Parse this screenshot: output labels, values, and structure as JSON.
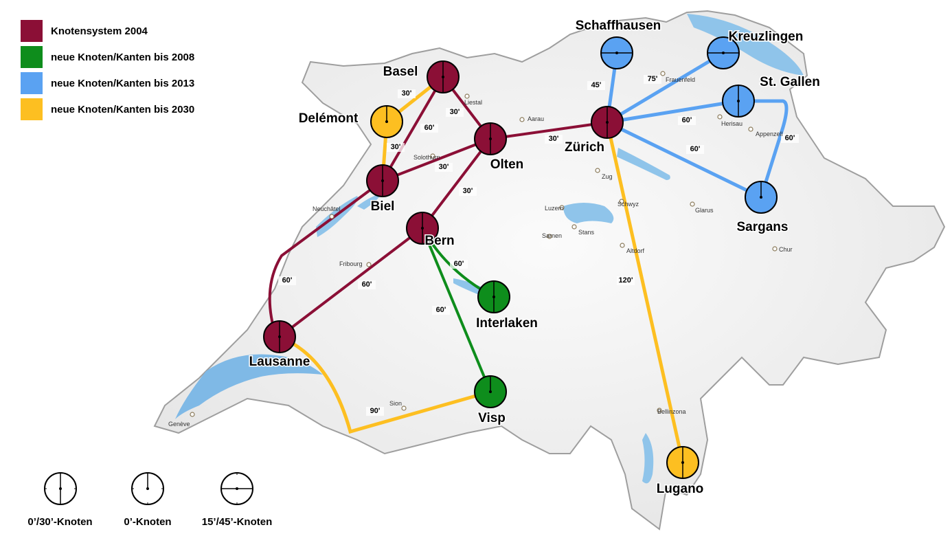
{
  "legend": {
    "items": [
      {
        "label": "Knotensystem 2004",
        "color": "#8b0f36"
      },
      {
        "label": "neue Knoten/Kanten bis 2008",
        "color": "#0e8d1c"
      },
      {
        "label": "neue Knoten/Kanten bis 2013",
        "color": "#5aa2f2"
      },
      {
        "label": "neue Knoten/Kanten bis 2030",
        "color": "#fdbf21"
      }
    ]
  },
  "node_types": [
    {
      "label": "0’/30’-Knoten",
      "icon": "clock-0-30-icon"
    },
    {
      "label": "0’-Knoten",
      "icon": "clock-0-icon"
    },
    {
      "label": "15’/45’-Knoten",
      "icon": "clock-15-45-icon"
    }
  ],
  "nodes": {
    "basel": {
      "name": "Basel",
      "group": 2004,
      "type": "0-30"
    },
    "delemont": {
      "name": "Delémont",
      "group": 2030,
      "type": "0"
    },
    "biel": {
      "name": "Biel",
      "group": 2004,
      "type": "0-30"
    },
    "olten": {
      "name": "Olten",
      "group": 2004,
      "type": "0-30"
    },
    "bern": {
      "name": "Bern",
      "group": 2004,
      "type": "0-30"
    },
    "lausanne": {
      "name": "Lausanne",
      "group": 2004,
      "type": "0-30"
    },
    "zurich": {
      "name": "Zürich",
      "group": 2004,
      "type": "0-30"
    },
    "interlaken": {
      "name": "Interlaken",
      "group": 2008,
      "type": "0-30"
    },
    "visp": {
      "name": "Visp",
      "group": 2008,
      "type": "0"
    },
    "schaffhausen": {
      "name": "Schaffhausen",
      "group": 2013,
      "type": "15-45"
    },
    "kreuzlingen": {
      "name": "Kreuzlingen",
      "group": 2013,
      "type": "15-45"
    },
    "stgallen": {
      "name": "St. Gallen",
      "group": 2013,
      "type": "0-30"
    },
    "sargans": {
      "name": "Sargans",
      "group": 2013,
      "type": "0"
    },
    "lugano": {
      "name": "Lugano",
      "group": 2030,
      "type": "0-30"
    }
  },
  "edges": [
    {
      "from": "basel",
      "to": "delemont",
      "group": 2030,
      "label": "30'"
    },
    {
      "from": "delemont",
      "to": "biel",
      "group": 2030,
      "label": "30'"
    },
    {
      "from": "basel",
      "to": "biel",
      "group": 2004,
      "label": "60'"
    },
    {
      "from": "basel",
      "to": "olten",
      "group": 2004,
      "label": "30'"
    },
    {
      "from": "biel",
      "to": "olten",
      "group": 2004,
      "label": "30'"
    },
    {
      "from": "olten",
      "to": "zurich",
      "group": 2004,
      "label": "30'"
    },
    {
      "from": "olten",
      "to": "bern",
      "group": 2004,
      "label": "30'"
    },
    {
      "from": "biel",
      "to": "lausanne",
      "group": 2004,
      "label": "60'"
    },
    {
      "from": "bern",
      "to": "lausanne",
      "group": 2004,
      "label": "60'"
    },
    {
      "from": "bern",
      "to": "interlaken",
      "group": 2008,
      "label": "60'"
    },
    {
      "from": "bern",
      "to": "visp",
      "group": 2008,
      "label": "60'"
    },
    {
      "from": "lausanne",
      "to": "visp",
      "group": 2030,
      "label": "90'"
    },
    {
      "from": "zurich",
      "to": "schaffhausen",
      "group": 2013,
      "label": "45'"
    },
    {
      "from": "zurich",
      "to": "kreuzlingen",
      "group": 2013,
      "label": "75'"
    },
    {
      "from": "zurich",
      "to": "stgallen",
      "group": 2013,
      "label": "60'"
    },
    {
      "from": "zurich",
      "to": "sargans",
      "group": 2013,
      "label": "60'"
    },
    {
      "from": "stgallen",
      "to": "sargans",
      "group": 2013,
      "label": "60'"
    },
    {
      "from": "zurich",
      "to": "lugano",
      "group": 2030,
      "label": "120'"
    }
  ],
  "towns": [
    "Liestal",
    "Aarau",
    "Frauenfeld",
    "Herisau",
    "Appenzell",
    "Solothurn",
    "Neuchâtel",
    "Zug",
    "Luzern",
    "Schwyz",
    "Glarus",
    "Stans",
    "Sarnen",
    "Altdorf",
    "Chur",
    "Fribourg",
    "Sion",
    "Genève",
    "Bellinzona"
  ]
}
